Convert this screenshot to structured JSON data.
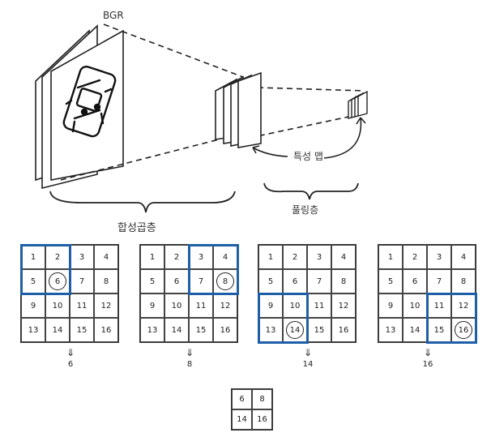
{
  "labels": {
    "input": "BGR",
    "feature_map": "특성 맵",
    "convolution": "합성곱층",
    "pooling": "풀링층"
  },
  "grid_values": [
    [
      "1",
      "2",
      "3",
      "4"
    ],
    [
      "5",
      "6",
      "7",
      "8"
    ],
    [
      "9",
      "10",
      "11",
      "12"
    ],
    [
      "13",
      "14",
      "15",
      "16"
    ]
  ],
  "pooling_steps": [
    {
      "window_rows": [
        0,
        1
      ],
      "window_cols": [
        0,
        1
      ],
      "max_value": "6",
      "result": "6"
    },
    {
      "window_rows": [
        0,
        1
      ],
      "window_cols": [
        2,
        3
      ],
      "max_value": "8",
      "result": "8"
    },
    {
      "window_rows": [
        2,
        3
      ],
      "window_cols": [
        0,
        1
      ],
      "max_value": "14",
      "result": "14"
    },
    {
      "window_rows": [
        2,
        3
      ],
      "window_cols": [
        2,
        3
      ],
      "max_value": "16",
      "result": "16"
    }
  ],
  "arrow_glyph": "⇓",
  "output_grid": [
    [
      "6",
      "8"
    ],
    [
      "14",
      "16"
    ]
  ],
  "highlight_color": "#1f5fa8"
}
